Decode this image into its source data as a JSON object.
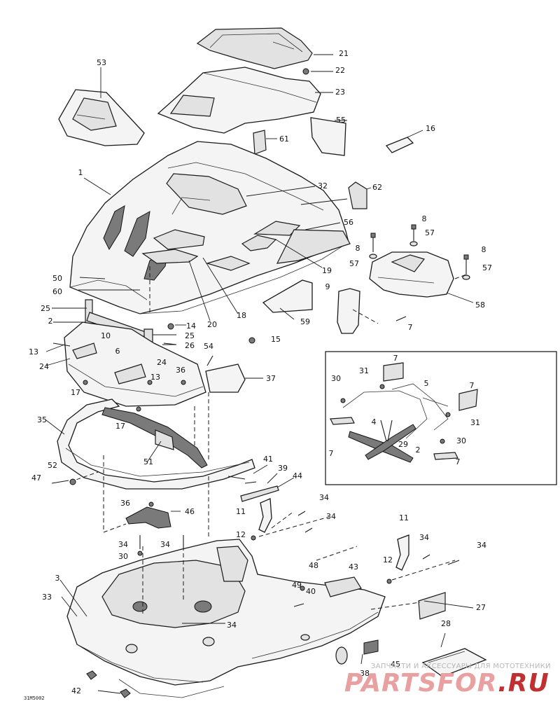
{
  "diagram_code": "31M5002",
  "watermark": {
    "line1": "ЗАПЧАСТИ И АКСЕССУАРЫ ДЛЯ МОТОТЕХНИКИ",
    "brand": "PARTSFOR",
    "tld": ".RU"
  },
  "callouts": {
    "c1": "1",
    "c2": "2",
    "c2b": "2",
    "c3": "3",
    "c4": "4",
    "c5": "5",
    "c6": "6",
    "c7a": "7",
    "c7b": "7",
    "c7c": "7",
    "c7d": "7",
    "c7e": "7",
    "c8a": "8",
    "c8b": "8",
    "c8c": "8",
    "c9": "9",
    "c10": "10",
    "c11a": "11",
    "c11b": "11",
    "c12a": "12",
    "c12b": "12",
    "c13a": "13",
    "c13b": "13",
    "c14": "14",
    "c15": "15",
    "c16": "16",
    "c17a": "17",
    "c17b": "17",
    "c18": "18",
    "c19": "19",
    "c20": "20",
    "c21": "21",
    "c22": "22",
    "c23": "23",
    "c24a": "24",
    "c24b": "24",
    "c25a": "25",
    "c25b": "25",
    "c26": "26",
    "c27": "27",
    "c28": "28",
    "c29": "29",
    "c30a": "30",
    "c30b": "30",
    "c30c": "30",
    "c31a": "31",
    "c31b": "31",
    "c32": "32",
    "c33": "33",
    "c34a": "34",
    "c34b": "34",
    "c34c": "34",
    "c34d": "34",
    "c34e": "34",
    "c34f": "34",
    "c34g": "34",
    "c35": "35",
    "c36a": "36",
    "c36b": "36",
    "c37": "37",
    "c38": "38",
    "c39": "39",
    "c40": "40",
    "c41": "41",
    "c42": "42",
    "c43": "43",
    "c44": "44",
    "c45": "45",
    "c46": "46",
    "c47": "47",
    "c48": "48",
    "c49": "49",
    "c50": "50",
    "c51": "51",
    "c52": "52",
    "c53": "53",
    "c54": "54",
    "c55": "55",
    "c56": "56",
    "c57a": "57",
    "c57b": "57",
    "c57c": "57",
    "c58": "58",
    "c59": "59",
    "c60": "60",
    "c61": "61",
    "c62": "62"
  }
}
